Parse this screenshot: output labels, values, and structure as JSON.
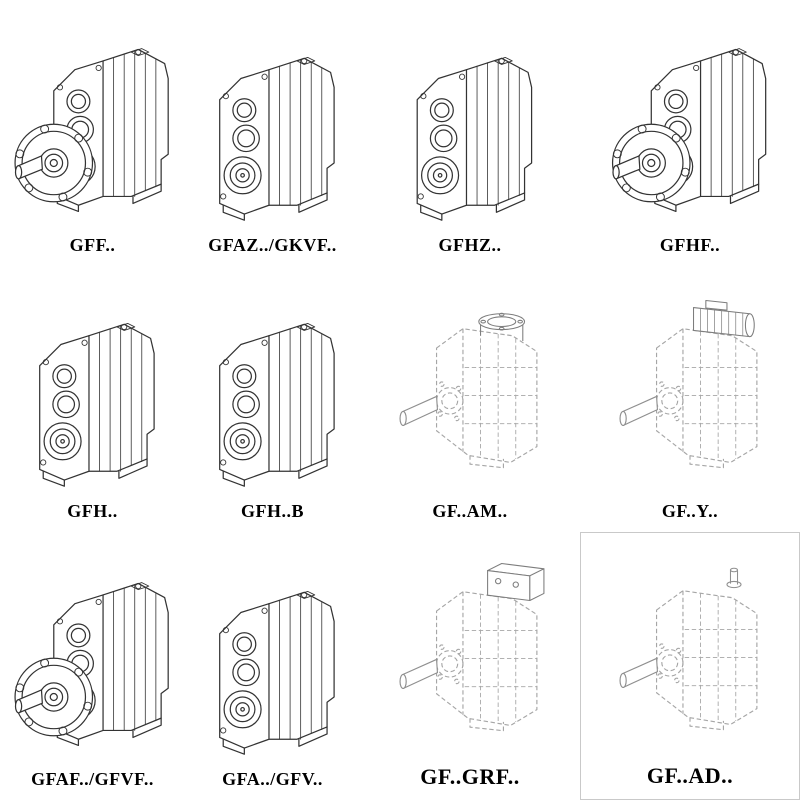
{
  "catalog": {
    "items": [
      {
        "label": "GFF..",
        "drawing": "flange-mounted-gearbox-solid"
      },
      {
        "label": "GFAZ../GKVF..",
        "drawing": "shaft-mounted-gearbox-solid"
      },
      {
        "label": "GFHZ..",
        "drawing": "shaft-mounted-gearbox-solid"
      },
      {
        "label": "GFHF..",
        "drawing": "flange-mounted-gearbox-solid"
      },
      {
        "label": "GFH..",
        "drawing": "shaft-mounted-gearbox-solid"
      },
      {
        "label": "GFH..B",
        "drawing": "shaft-mounted-gearbox-solid"
      },
      {
        "label": "GF..AM..",
        "drawing": "gearbox-with-motor-adapter-flange-dashed"
      },
      {
        "label": "GF..Y..",
        "drawing": "gearbox-with-mounted-motor-dashed"
      },
      {
        "label": "GFAF../GFVF..",
        "drawing": "flange-mounted-gearbox-solid"
      },
      {
        "label": "GFA../GFV..",
        "drawing": "shaft-mounted-gearbox-solid"
      },
      {
        "label": "GF..GRF..",
        "drawing": "gearbox-with-adapter-box-dashed"
      },
      {
        "label": "GF..AD..",
        "drawing": "gearbox-with-input-shaft-dashed"
      }
    ],
    "line_color_solid": "#333333",
    "line_color_dashed": "#a6a6a6",
    "background": "#ffffff"
  }
}
